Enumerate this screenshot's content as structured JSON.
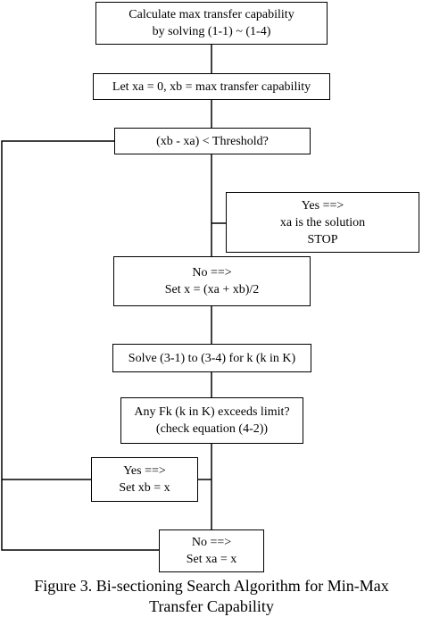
{
  "boxes": {
    "calc": {
      "line1": "Calculate max transfer capability",
      "line2": "by solving (1-1) ~ (1-4)"
    },
    "init": {
      "line1": "Let xa = 0, xb = max transfer capability"
    },
    "check": {
      "line1": "(xb - xa) < Threshold?"
    },
    "yes_stop": {
      "line1": "Yes ==>",
      "line2": "xa is the solution",
      "line3": "STOP"
    },
    "no_mid": {
      "line1": "No ==>",
      "line2": "Set x = (xa + xb)/2"
    },
    "solve": {
      "line1": "Solve (3-1) to (3-4) for k (k in K)"
    },
    "exceed": {
      "line1": "Any Fk (k in K) exceeds limit?",
      "line2": "(check equation (4-2))"
    },
    "yes_xb": {
      "line1": "Yes ==>",
      "line2": "Set xb = x"
    },
    "no_xa": {
      "line1": "No ==>",
      "line2": "Set xa = x"
    }
  },
  "caption": {
    "line1": "Figure 3. Bi-sectioning Search Algorithm for Min-Max",
    "line2": "Transfer Capability"
  }
}
